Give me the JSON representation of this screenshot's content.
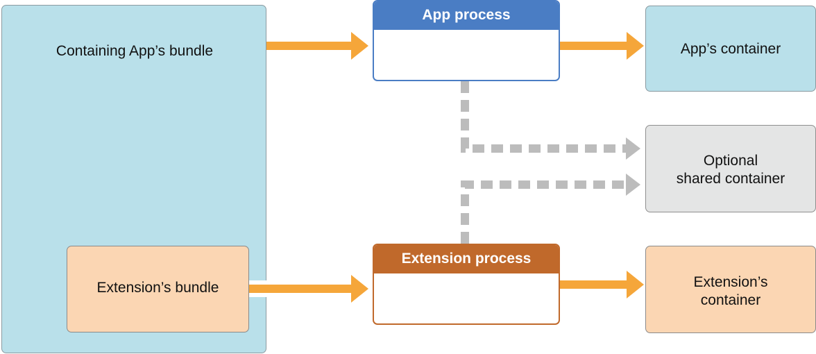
{
  "diagram": {
    "containing_bundle_label": "Containing App’s bundle",
    "extension_bundle_label": "Extension’s bundle",
    "app_process_label": "App process",
    "extension_process_label": "Extension process",
    "app_container_label": "App’s container",
    "shared_container_label_line1": "Optional",
    "shared_container_label_line2": "shared container",
    "extension_container_label_line1": "Extension’s",
    "extension_container_label_line2": "container"
  },
  "colors": {
    "app_blue": "#4a7dc4",
    "extension_orange": "#c0692b",
    "arrow_orange": "#f5a63a",
    "dashed_gray": "#bcbcbc",
    "light_blue_fill": "#b9e0ea",
    "peach_fill": "#fbd6b3",
    "gray_fill": "#e4e5e5"
  }
}
